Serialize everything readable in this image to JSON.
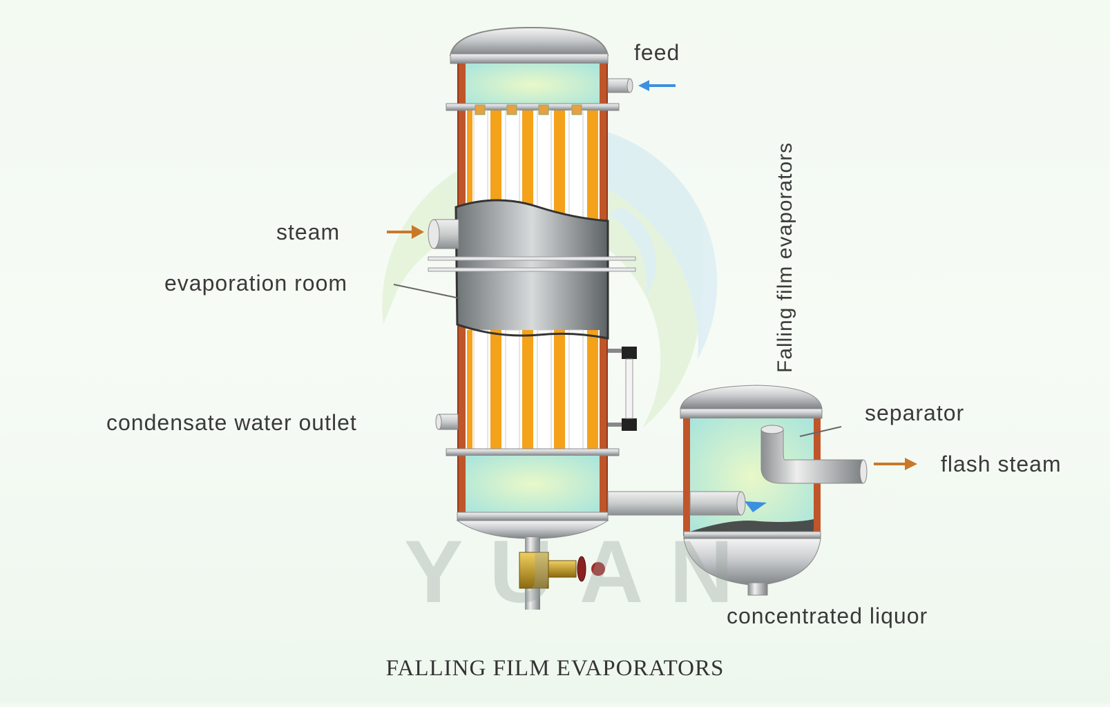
{
  "labels": {
    "feed": "feed",
    "steam": "steam",
    "evaporation_room": "evaporation room",
    "condensate_water_outlet": "condensate water outlet",
    "separator": "separator",
    "flash_steam": "flash steam",
    "concentrated_liquor": "concentrated liquor",
    "vertical_title": "Falling film evaporators"
  },
  "caption": "FALLING FILM EVAPORATORS",
  "watermark": "YUAN",
  "colors": {
    "shell_wall": "#c0552a",
    "tube_orange": "#f4a21a",
    "liquid": "#bfeee0",
    "steel": "#9a9d9f",
    "feed_arrow": "#3d8fe0",
    "steam_arrow": "#c9782a",
    "valve": "#b8952a",
    "watermark_blue": "#cfe8f3",
    "watermark_green": "#d9efcf"
  }
}
